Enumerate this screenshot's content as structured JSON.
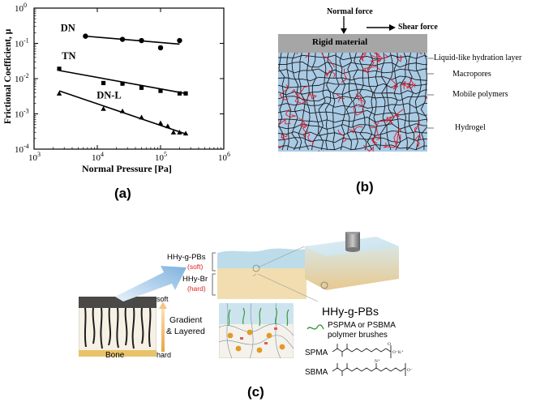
{
  "panel_a": {
    "label": "(a)",
    "y_title": "Frictional Coefficient, μ",
    "x_title": "Normal Pressure [Pa]",
    "x_ticks": [
      "10",
      "10",
      "10",
      "10"
    ],
    "x_exps": [
      "3",
      "4",
      "5",
      "6"
    ],
    "y_ticks": [
      "10",
      "10",
      "10",
      "10",
      "10"
    ],
    "y_exps": [
      "0",
      "-1",
      "-2",
      "-3",
      "-4"
    ],
    "series_labels": [
      "DN",
      "TN",
      "DN-L"
    ]
  },
  "chart_data": {
    "type": "scatter",
    "xlabel": "Normal Pressure [Pa]",
    "ylabel": "Frictional Coefficient, μ",
    "x_scale": "log",
    "y_scale": "log",
    "xlim": [
      1000,
      1000000
    ],
    "ylim": [
      0.0001,
      1
    ],
    "grid": false,
    "series": [
      {
        "name": "DN",
        "marker": "circle",
        "x": [
          6500,
          25000,
          50000,
          100000,
          200000
        ],
        "y": [
          0.16,
          0.13,
          0.12,
          0.075,
          0.12
        ],
        "fit": [
          [
            6500,
            0.16
          ],
          [
            200000,
            0.095
          ]
        ]
      },
      {
        "name": "TN",
        "marker": "square",
        "x": [
          2500,
          12500,
          25000,
          50000,
          100000,
          200000,
          250000
        ],
        "y": [
          0.019,
          0.0075,
          0.0072,
          0.0055,
          0.0045,
          0.0038,
          0.0038
        ],
        "fit": [
          [
            2500,
            0.017
          ],
          [
            250000,
            0.0038
          ]
        ]
      },
      {
        "name": "DN-L",
        "marker": "triangle",
        "x": [
          2500,
          12500,
          25000,
          50000,
          100000,
          130000,
          160000,
          200000,
          250000
        ],
        "y": [
          0.0038,
          0.0014,
          0.0012,
          0.0008,
          0.00055,
          0.00045,
          0.0003,
          0.0003,
          0.00028
        ],
        "fit": [
          [
            2500,
            0.0045
          ],
          [
            250000,
            0.00027
          ]
        ]
      }
    ]
  },
  "panel_b": {
    "label": "(b)",
    "normal_force": "Normal force",
    "shear_force": "Shear force",
    "rigid": "Rigid material",
    "callouts": [
      "Liquid-like hydration layer",
      "Macropores",
      "Mobile polymers",
      "Hydrogel"
    ]
  },
  "panel_c": {
    "label": "(c)",
    "layer_top": "HHy-g-PBs",
    "layer_top_sub": "(soft)",
    "layer_bottom": "HHy-Br",
    "layer_bottom_sub": "(hard)",
    "bone_label": "Bone",
    "soft": "soft",
    "hard": "hard",
    "gradient": "Gradient",
    "layered": "& Layered",
    "title": "HHy-g-PBs",
    "brush_desc_1": "PSPMA or PSBMA",
    "brush_desc_2": "polymer brushes",
    "spma": "SPMA",
    "sbma": "SBMA"
  },
  "colors": {
    "hydrogel_blue": "#a9cbe6",
    "polymer_red": "#e0182a",
    "rigid_gray": "#a6a6a6",
    "soft_layer": "#bcdcea",
    "hard_layer": "#f1ddb0",
    "label_red": "#e02020",
    "arrow_blue": "#8fbde3"
  }
}
